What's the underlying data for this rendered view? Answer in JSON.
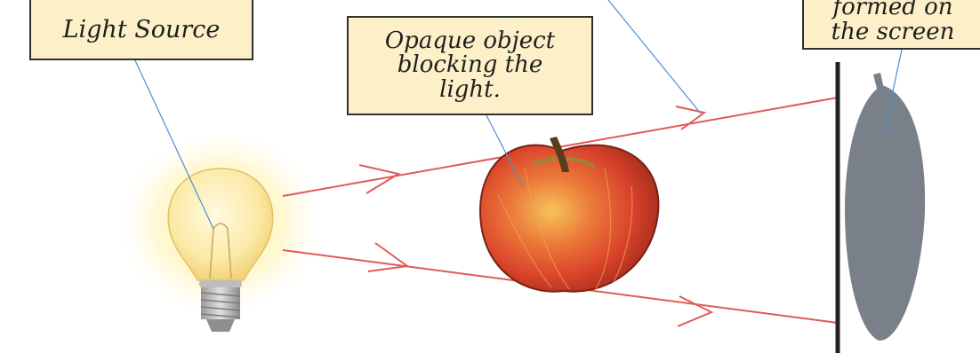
{
  "labels": {
    "light_source": "Light Source",
    "opaque_object": "Opaque object\nblocking the\nlight.",
    "shadow_top_cropped": "formed on",
    "shadow": "the screen"
  },
  "colors": {
    "label_background": "#fdf0c8",
    "label_border": "#2f2f2f",
    "ray": "#e05a5a",
    "pointer_line": "#4a8fd6",
    "screen": "#222222",
    "shadow": "#7a8089",
    "apple_red": "#d9432a",
    "apple_yellow": "#f0b34a"
  },
  "icons": {
    "light_source_image": "light-bulb-icon",
    "object_image": "apple-icon",
    "screen_image": "screen-line",
    "shadow_image": "shadow-shape"
  }
}
